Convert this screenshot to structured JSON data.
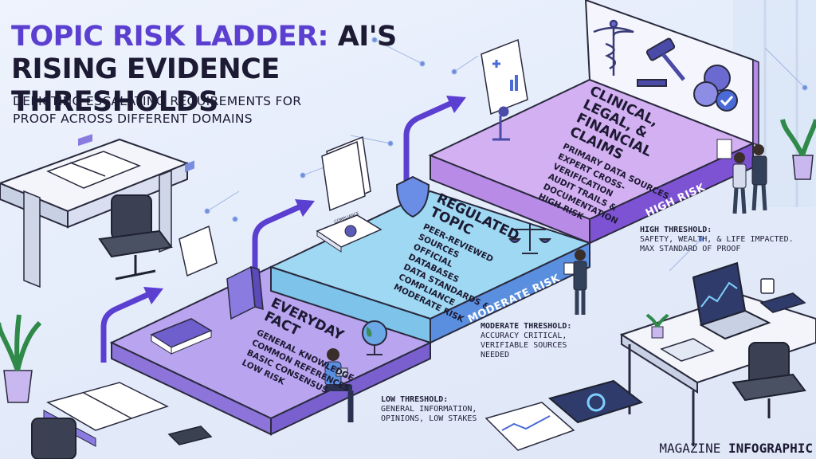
{
  "title": {
    "accent": "TOPIC RISK LADDER:",
    "rest": " AI'S RISING EVIDENCE THRESHOLDS"
  },
  "subtitle": "DEPICTING ESCALATING REQUIREMENTS FOR PROOF ACROSS DIFFERENT DOMAINS",
  "steps": [
    {
      "heading": "EVERYDAY FACT",
      "items": [
        "GENERAL KNOWLEDGE",
        "COMMON REFERENCES",
        "BASIC CONSENSUS",
        "LOW RISK"
      ]
    },
    {
      "heading": "REGULATED TOPIC",
      "items": [
        "PEER-REVIEWED SOURCES",
        "OFFICIAL DATABASES",
        "DATA STANDARDS & COMPLIANCE",
        "MODERATE RISK"
      ],
      "risk": "MODERATE RISK"
    },
    {
      "heading": "CLINICAL, LEGAL, & FINANCIAL CLAIMS",
      "items": [
        "PRIMARY DATA SOURCES",
        "EXPERT CROSS-VERIFICATION",
        "AUDIT TRAILS & DOCUMENTATION",
        "HIGH RISK"
      ],
      "risk": "HIGH RISK"
    }
  ],
  "thresholds": {
    "low": {
      "head": "LOW THRESHOLD:",
      "body": "GENERAL INFORMATION, OPINIONS, LOW STAKES"
    },
    "moderate": {
      "head": "MODERATE THRESHOLD:",
      "body": "ACCURACY CRITICAL, VERIFIABLE SOURCES NEEDED"
    },
    "high": {
      "head": "HIGH THRESHOLD:",
      "body": "SAFETY, WEALTH, & LIFE IMPACTED. MAX STANDARD OF PROOF"
    }
  },
  "badge_text": "COMPLIANCE",
  "brand": {
    "a": "MAGAZINE",
    "b": "INFOGRAPHIC"
  },
  "colors": {
    "step1": "#b9a4ef",
    "step2": "#9fd8f2",
    "step3": "#c9a6ee",
    "accent": "#5b3fd0",
    "riskband": "#5a8fe0"
  }
}
